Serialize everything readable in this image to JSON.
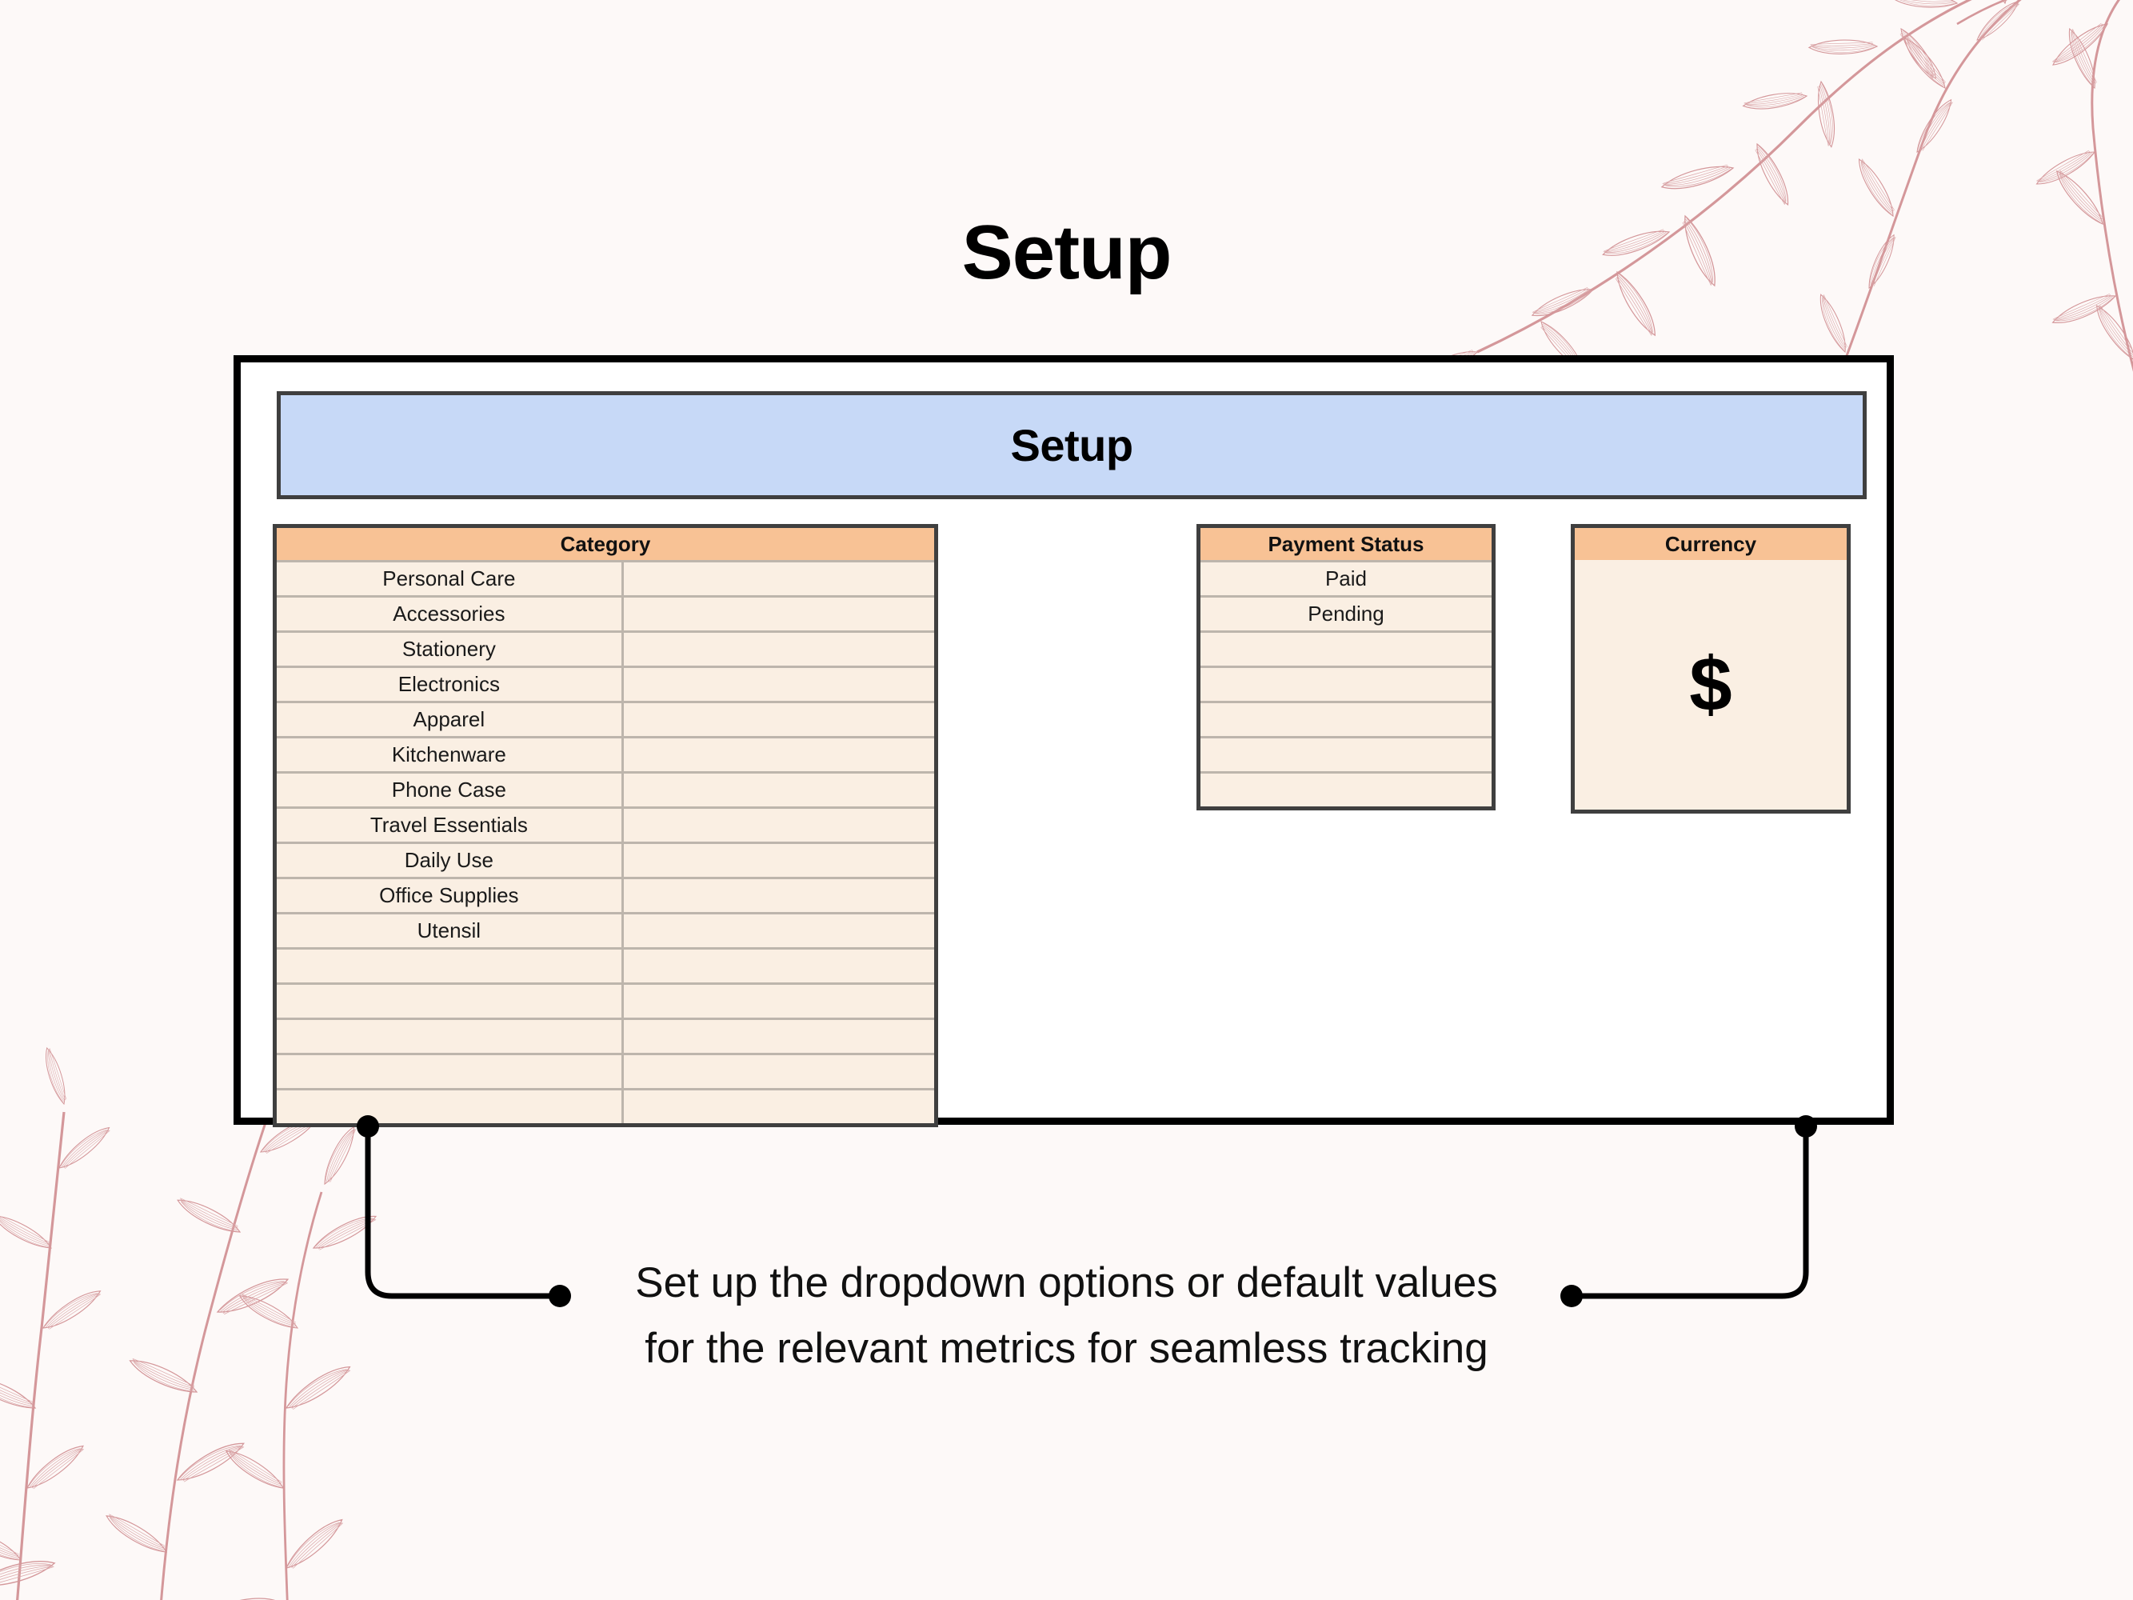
{
  "page": {
    "title": "Setup",
    "background_color": "#fdf9f8",
    "accent_color": "#f8c295",
    "banner_color": "#c7d9f7",
    "deco_color": "#d4979a"
  },
  "sheet": {
    "banner_label": "Setup"
  },
  "category_table": {
    "header": "Category",
    "items": [
      "Personal Care",
      "Accessories",
      "Stationery",
      "Electronics",
      "Apparel",
      "Kitchenware",
      "Phone Case",
      "Travel Essentials",
      "Daily Use",
      "Office Supplies",
      "Utensil",
      "",
      "",
      "",
      "",
      ""
    ]
  },
  "payment_status_table": {
    "header": "Payment Status",
    "items": [
      "Paid",
      "Pending",
      "",
      "",
      "",
      "",
      ""
    ]
  },
  "currency_box": {
    "header": "Currency",
    "value": "$"
  },
  "caption": {
    "line1": "Set up the dropdown options or default values",
    "line2": "for the relevant metrics for seamless tracking"
  },
  "icons": {
    "leaf_branch_top_right": "leaf-branch-icon",
    "leaf_branch_bottom_left": "leaf-branch-icon",
    "currency_symbol": "dollar-sign-icon"
  }
}
